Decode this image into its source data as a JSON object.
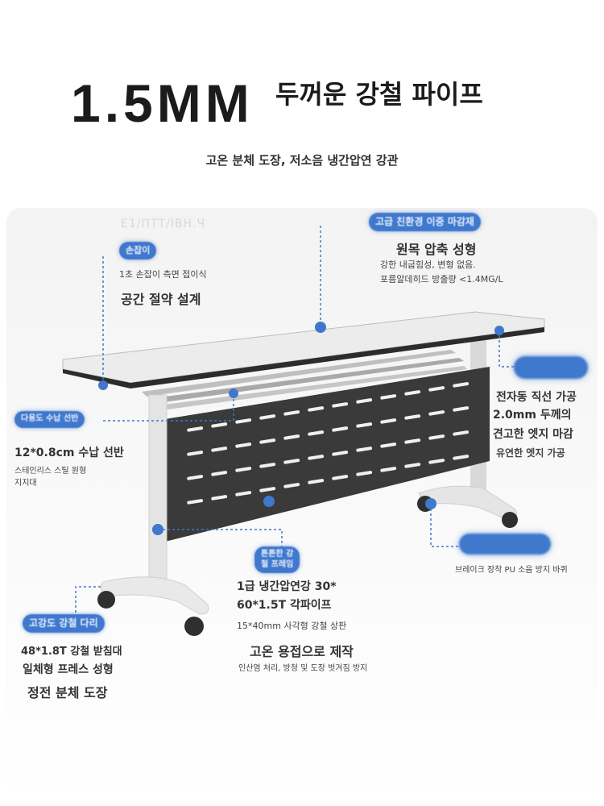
{
  "header": {
    "big_number": "1.5MM",
    "big_title": "두꺼운 강철 파이프",
    "subtitle": "고온 분체 도장, 저소음 냉간압연 강관"
  },
  "ghost_text": "E1/ПТТ/IВН.Ч",
  "callouts": {
    "handle": {
      "badge": "손잡이",
      "line1": "1초 손잡이 측면 접이식",
      "line2": "공간 절약 설계"
    },
    "top_board": {
      "badge": "고급 친환경 이중 마감재",
      "line1": "원목 압축 성형",
      "line2": "강한 내굽힘성, 변형 없음.",
      "line3": "포름알데히드 방출량 <1.4MG/L"
    },
    "edge": {
      "line1": "전자동 직선 가공",
      "line2": "2.0mm 두께의",
      "line3": "견고한 엣지 마감",
      "line4": "유연한 엣지 가공"
    },
    "shelf": {
      "badge": "다용도 수납 선반",
      "line1": "12*0.8cm 수납 선반",
      "line2": "스테인리스 스틸 원형",
      "line3": "지지대"
    },
    "caster": {
      "line1": "브레이크 장착 PU 소음 방지 바퀴"
    },
    "frame": {
      "badge_line1": "튼튼한 강",
      "badge_line2": "철 프레임",
      "line1": "1급 냉간압연강 30*",
      "line2": "60*1.5T 각파이프",
      "line3": "15*40mm 사각형 강철 상판"
    },
    "legs": {
      "badge": "고강도 강철 다리",
      "line1": "48*1.8T 강철 받침대",
      "line2": "일체형 프레스 성형",
      "line3": "정전 분체 도장"
    },
    "welding": {
      "line1": "고온 용접으로 제작",
      "line2": "인산염 처리, 방청 및 도장 벗겨짐 방지"
    }
  },
  "colors": {
    "accent": "#3f78cc",
    "frame": "#e3e3e3",
    "modesty_panel": "#3a3a3a",
    "table_top": "#ededed"
  }
}
